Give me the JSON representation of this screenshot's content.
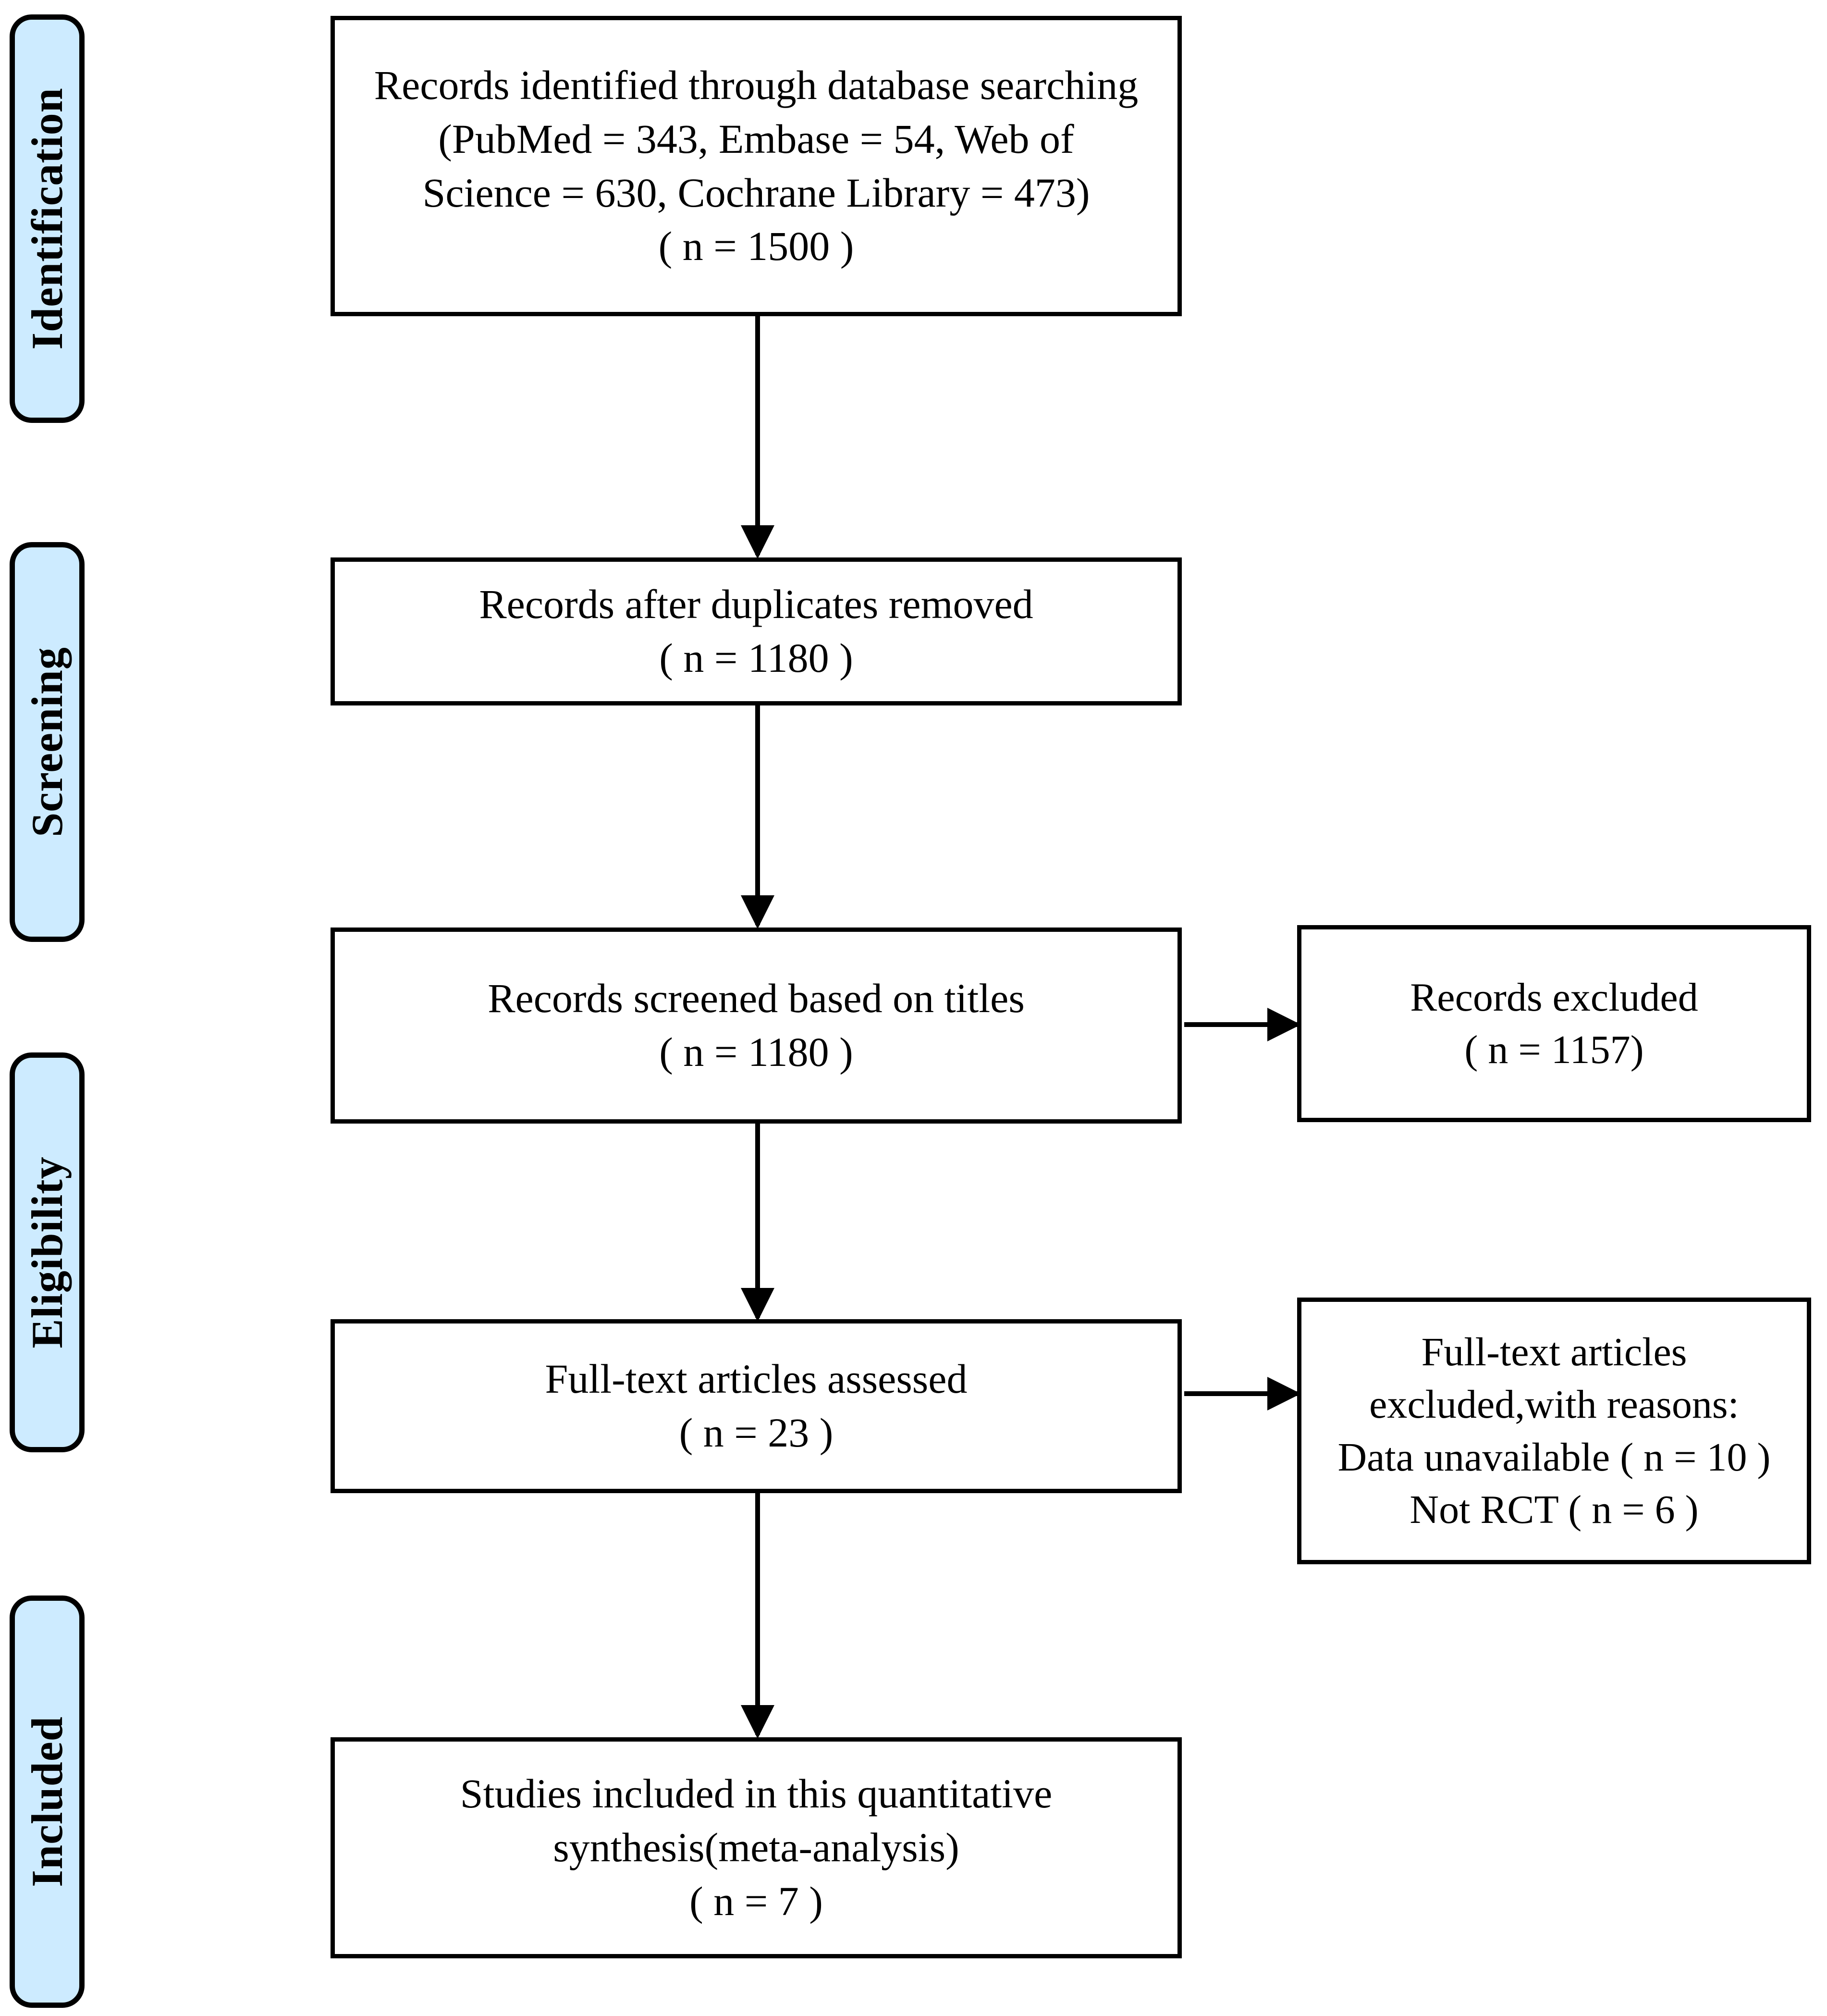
{
  "diagram": {
    "title": "PRISMA flow diagram",
    "colors": {
      "stage_tab_fill": "#CDEBFF",
      "stage_tab_border": "#000000",
      "box_border": "#000000",
      "box_fill": "#FFFFFF",
      "text": "#000000",
      "arrow": "#000000"
    }
  },
  "stages": [
    {
      "id": "identification",
      "label": "Identification"
    },
    {
      "id": "screening",
      "label": "Screening"
    },
    {
      "id": "eligibility",
      "label": "Eligibility"
    },
    {
      "id": "included",
      "label": "Included"
    }
  ],
  "boxes": {
    "identified": {
      "id": "records-identified",
      "lines": [
        "Records identified through database searching",
        "(PubMed = 343, Embase = 54, Web of",
        "Science = 630, Cochrane Library = 473)",
        "( n = 1500 )"
      ],
      "count": 1500,
      "sources": [
        {
          "name": "PubMed",
          "count": 343
        },
        {
          "name": "Embase",
          "count": 54
        },
        {
          "name": "Web of Science",
          "count": 630
        },
        {
          "name": "Cochrane Library",
          "count": 473
        }
      ]
    },
    "duplicates_removed": {
      "id": "records-after-duplicates-removed",
      "lines": [
        "Records after duplicates removed",
        "( n = 1180 )"
      ],
      "count": 1180
    },
    "screened": {
      "id": "records-screened",
      "lines": [
        "Records screened based on titles",
        "( n = 1180 )"
      ],
      "count": 1180
    },
    "records_excluded": {
      "id": "records-excluded",
      "lines": [
        "Records excluded",
        "( n = 1157)"
      ],
      "count": 1157
    },
    "fulltext_assessed": {
      "id": "fulltext-articles-assessed",
      "lines": [
        "Full-text articles assessed",
        "( n = 23 )"
      ],
      "count": 23
    },
    "fulltext_excluded": {
      "id": "fulltext-articles-excluded",
      "lines": [
        "Full-text articles",
        "excluded,with reasons:",
        "Data unavailable ( n = 10 )",
        "Not RCT ( n = 6 )"
      ],
      "reasons": [
        {
          "reason": "Data unavailable",
          "count": 10
        },
        {
          "reason": "Not RCT",
          "count": 6
        }
      ]
    },
    "included_studies": {
      "id": "studies-included",
      "lines": [
        "Studies included in this quantitative",
        "synthesis(meta-analysis)",
        "( n = 7 )"
      ],
      "count": 7
    }
  }
}
